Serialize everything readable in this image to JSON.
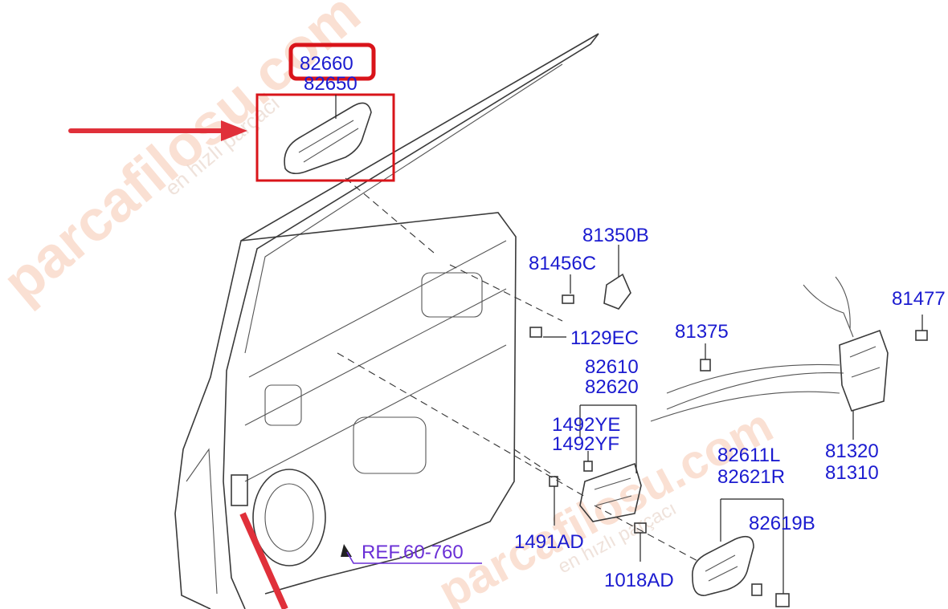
{
  "watermark": {
    "brand": "parcafilosu.com",
    "tagline": "en hızlı parçacı"
  },
  "highlight": {
    "color": "#d9141a",
    "arrow_color": "#e0303a"
  },
  "callouts": {
    "p82660": "82660",
    "p82650": "82650",
    "p81350B": "81350B",
    "p81456C": "81456C",
    "p1129EC": "1129EC",
    "p81375": "81375",
    "p81477": "81477",
    "p82610": "82610",
    "p82620": "82620",
    "p1492YE": "1492YE",
    "p1492YF": "1492YF",
    "p81320": "81320",
    "p81310": "81310",
    "p82611L": "82611L",
    "p82621R": "82621R",
    "p82619B": "82619B",
    "p1491AD": "1491AD",
    "p1018AD": "1018AD",
    "ref": "REF.60-760"
  },
  "colors": {
    "label": "#1b1bd0",
    "line": "#3a3a3a",
    "ref_underline": "#6a2fd6"
  }
}
